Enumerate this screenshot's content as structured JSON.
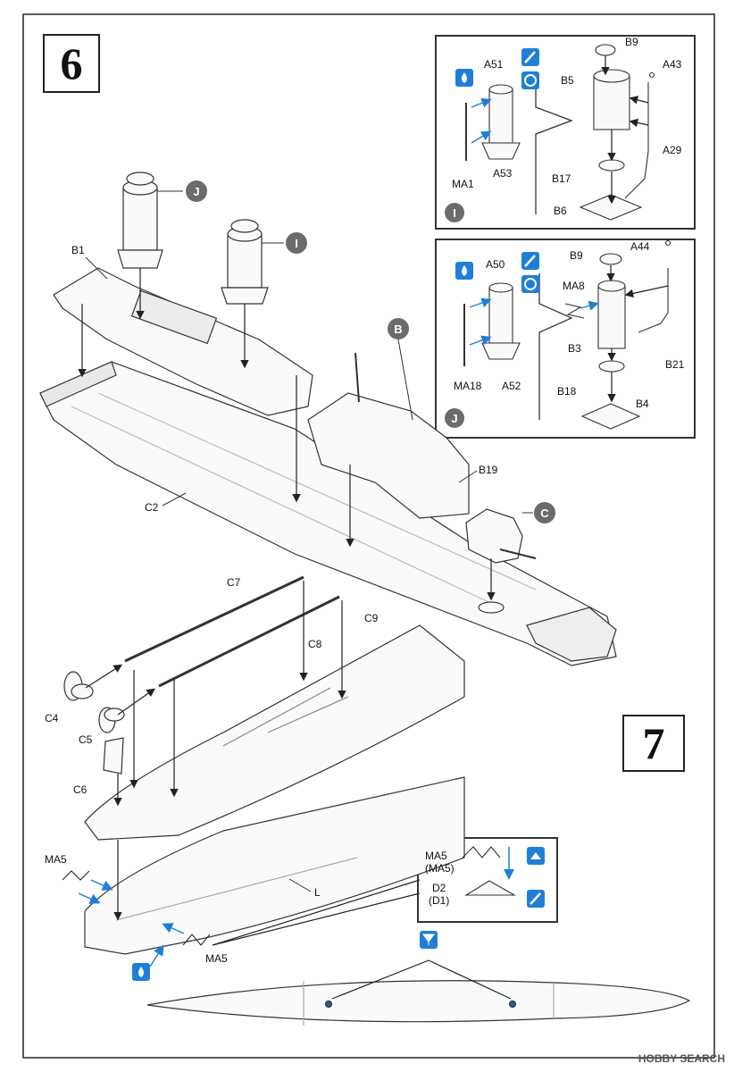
{
  "steps": {
    "step6": "6",
    "step7": "7"
  },
  "callouts": {
    "j": "J",
    "i": "I",
    "b": "B",
    "c": "C"
  },
  "step6_labels": {
    "b1": "B1",
    "c2": "C2",
    "b19": "B19"
  },
  "inset_i": {
    "badge": "I",
    "parts": {
      "a51": "A51",
      "ma1": "MA1",
      "a53": "A53",
      "b9": "B9",
      "a43": "A43",
      "b5": "B5",
      "a29": "A29",
      "b17": "B17",
      "b6": "B6"
    }
  },
  "inset_j": {
    "badge": "J",
    "parts": {
      "a50": "A50",
      "ma18": "MA18",
      "a52": "A52",
      "b9": "B9",
      "a44": "A44",
      "ma8": "MA8",
      "b3": "B3",
      "b21": "B21",
      "b18": "B18",
      "b4": "B4"
    }
  },
  "step7_labels": {
    "c7": "C7",
    "c8": "C8",
    "c9": "C9",
    "c4": "C4",
    "c5": "C5",
    "c6": "C6",
    "ma5_left": "MA5",
    "ma5_bottom": "MA5",
    "l": "L"
  },
  "inset_ma5": {
    "ma5": "MA5",
    "ma5_alt": "(MA5)",
    "d2": "D2",
    "d2_alt": "(D1)"
  },
  "icons": [
    "glue-drop-icon",
    "brush-paint-icon",
    "flip-direction-icon",
    "top-view-icon",
    "position-marker-icon"
  ],
  "watermark": "HOBBY SEARCH",
  "colors": {
    "line": "#2a2a2a",
    "accent_blue": "#1f7fd6",
    "badge_gray": "#6b6b6b"
  }
}
